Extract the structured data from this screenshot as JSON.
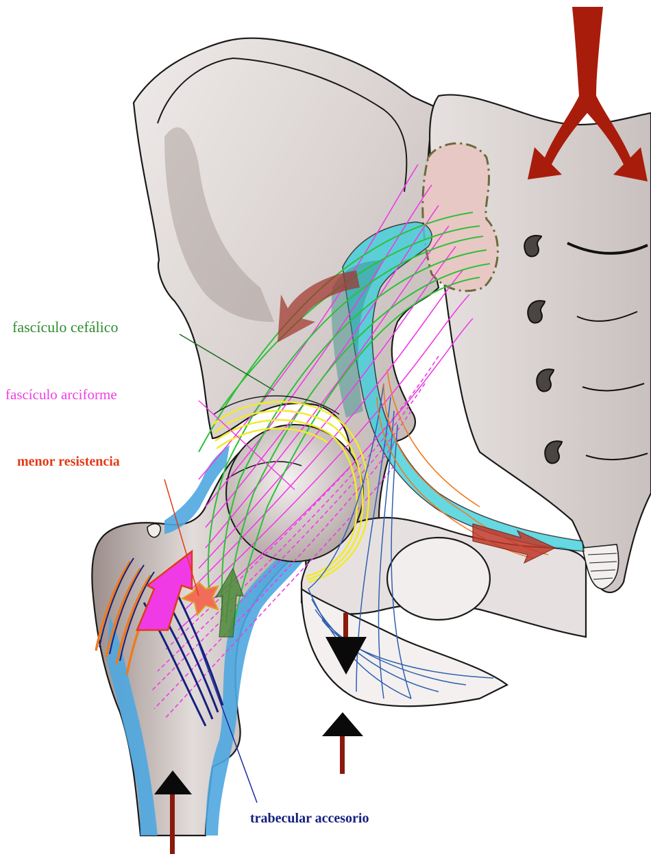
{
  "labels": {
    "fasciculo_cefalico": "fascículo cefálico",
    "fasciculo_arciforme": "fascículo arciforme",
    "menor_resistencia": "menor resistencia",
    "trabecular_accesorio": "trabecular accesorio"
  },
  "colors": {
    "bone_fill": "#d9d3d1",
    "bone_shadow": "#9b8c88",
    "cortical_blue": "#4fa7e0",
    "cartilage_cyan": "#3fcfdc",
    "cephalic_green": "#2fbf3a",
    "arciform_magenta": "#f03ae6",
    "capsule_yellow": "#f2ea2a",
    "trabecular_blue": "#2f5fb0",
    "orange_lines": "#f07a1e",
    "force_arrow_red": "#a81c0c",
    "auricular_pink": "#e8c8c4"
  }
}
